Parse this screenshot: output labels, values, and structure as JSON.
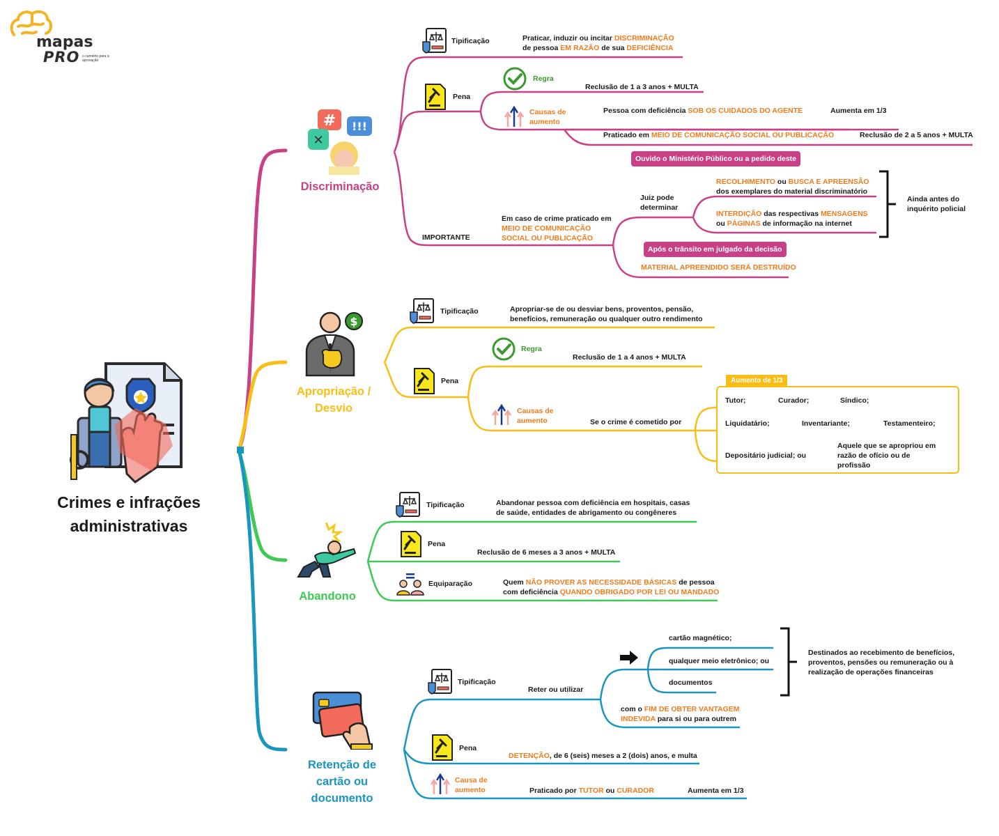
{
  "logo": {
    "brand_top": "mapas",
    "brand_bottom": "PRO",
    "tagline": "o caminho para a aprovação"
  },
  "main_title": "Crimes e infrações administrativas",
  "colors": {
    "discriminacao": "#c94087",
    "apropriacao": "#f9bd16",
    "abandono": "#3dc953",
    "retencao": "#1996c0",
    "highlight": "#f47a1a",
    "check": "#3a9a2e"
  },
  "discriminacao": {
    "title": "Discriminação",
    "tipificacao_label": "Tipificação",
    "tipificacao_1a": "Praticar, induzir ou incitar ",
    "tipificacao_1b": "DISCRIMINAÇÃO",
    "tipificacao_2a": "de pessoa ",
    "tipificacao_2b": "EM RAZÃO",
    "tipificacao_2c": " de sua ",
    "tipificacao_2d": "DEFICIÊNCIA",
    "pena_label": "Pena",
    "regra_label": "Regra",
    "regra_text": "Reclusão de 1 a 3 anos + MULTA",
    "causas_label": "Causas de aumento",
    "causa1a": "Pessoa com deficiência ",
    "causa1b": "SOB OS CUIDADOS DO AGENTE",
    "causa1_result": "Aumenta em 1/3",
    "causa2a": "Praticado em ",
    "causa2b": "MEIO DE COMUNICAÇÃO SOCIAL OU PUBLICAÇÃO",
    "causa2_result": "Reclusão de 2 a 5 anos + MULTA",
    "importante_label": "IMPORTANTE",
    "caso_a": "Em caso de crime praticado em ",
    "caso_b": "MEIO DE COMUNICAÇÃO SOCIAL OU PUBLICAÇÃO",
    "bubble1": "Ouvido o Ministério Público ou a pedido deste",
    "juiz_label": "Juiz pode determinar",
    "recolhimento_a": "RECOLHIMENTO",
    "recolhimento_b": " ou ",
    "recolhimento_c": "BUSCA E APREENSÃO",
    "recolhimento_d": "dos exemplares do material discriminatório",
    "interdicao_a": "INTERDIÇÃO",
    "interdicao_b": " das respectivas ",
    "interdicao_c": "MENSAGENS",
    "interdicao_d": "ou ",
    "interdicao_e": "PÁGINAS",
    "interdicao_f": " de informação na internet",
    "antes_inquerito": "Ainda antes do inquérito policial",
    "bubble2": "Após o trânsito em julgado da decisão",
    "material": "MATERIAL APREENDIDO SERÁ DESTRUÍDO"
  },
  "apropriacao": {
    "title": "Apropriação / Desvio",
    "tipificacao_label": "Tipificação",
    "tipificacao_text": "Apropriar-se de ou desviar bens, proventos, pensão, benefícios, remuneração ou qualquer outro rendimento",
    "pena_label": "Pena",
    "regra_label": "Regra",
    "regra_text": "Reclusão de 1 a 4 anos + MULTA",
    "causas_label": "Causas de aumento",
    "se_crime": "Se o crime é cometido por",
    "box_tag": "Aumento de 1/3",
    "tutor": "Tutor;",
    "curador": "Curador;",
    "sindico": "Síndico;",
    "liquidatario": "Liquidatário;",
    "inventariante": "Inventariante;",
    "testamenteiro": "Testamenteiro;",
    "depositario": "Depositário judicial; ou",
    "aquele": "Aquele que se apropriou em razão de ofício ou de profissão"
  },
  "abandono": {
    "title": "Abandono",
    "tipificacao_label": "Tipificação",
    "tipificacao_text": "Abandonar pessoa com deficiência em hospitais, casas de saúde, entidades de abrigamento ou congêneres",
    "pena_label": "Pena",
    "pena_text": "Reclusão de 6 meses a 3 anos + MULTA",
    "equiparacao_label": "Equiparação",
    "eq_a": "Quem ",
    "eq_b": "NÃO PROVER AS NECESSIDADE BÁSICAS",
    "eq_c": " de pessoa",
    "eq_d": "com deficiência ",
    "eq_e": "QUANDO OBRIGADO POR LEI OU MANDADO"
  },
  "retencao": {
    "title": "Retenção de cartão ou documento",
    "tipificacao_label": "Tipificação",
    "reter": "Reter ou utilizar",
    "cartao": "cartão magnético;",
    "qualquer": "qualquer meio eletrônico; ou",
    "documentos": "documentos",
    "destinados": "Destinados ao recebimento de benefícios, proventos, pensões ou remuneração ou à realização de operações financeiras",
    "fim_a": "com o ",
    "fim_b": "FIM DE OBTER VANTAGEM",
    "fim_c": "INDEVIDA",
    "fim_d": " para si ou para outrem",
    "pena_label": "Pena",
    "pena_a": "DETENÇÃO",
    "pena_b": ", de 6 (seis) meses a 2 (dois) anos, e multa",
    "causa_label": "Causa de aumento",
    "praticado_a": "Praticado por ",
    "praticado_b": "TUTOR",
    "praticado_c": " ou ",
    "praticado_d": "CURADOR",
    "aumenta": "Aumenta em 1/3"
  },
  "icons": [
    "brain-logo-icon",
    "scales-document-icon",
    "gavel-document-icon",
    "check-icon",
    "arrows-up-icon",
    "speech-bubbles-icon",
    "money-man-icon",
    "fallen-person-icon",
    "people-equal-icon",
    "credit-card-icon",
    "wheelchair-police-icon",
    "arrow-right-icon"
  ]
}
